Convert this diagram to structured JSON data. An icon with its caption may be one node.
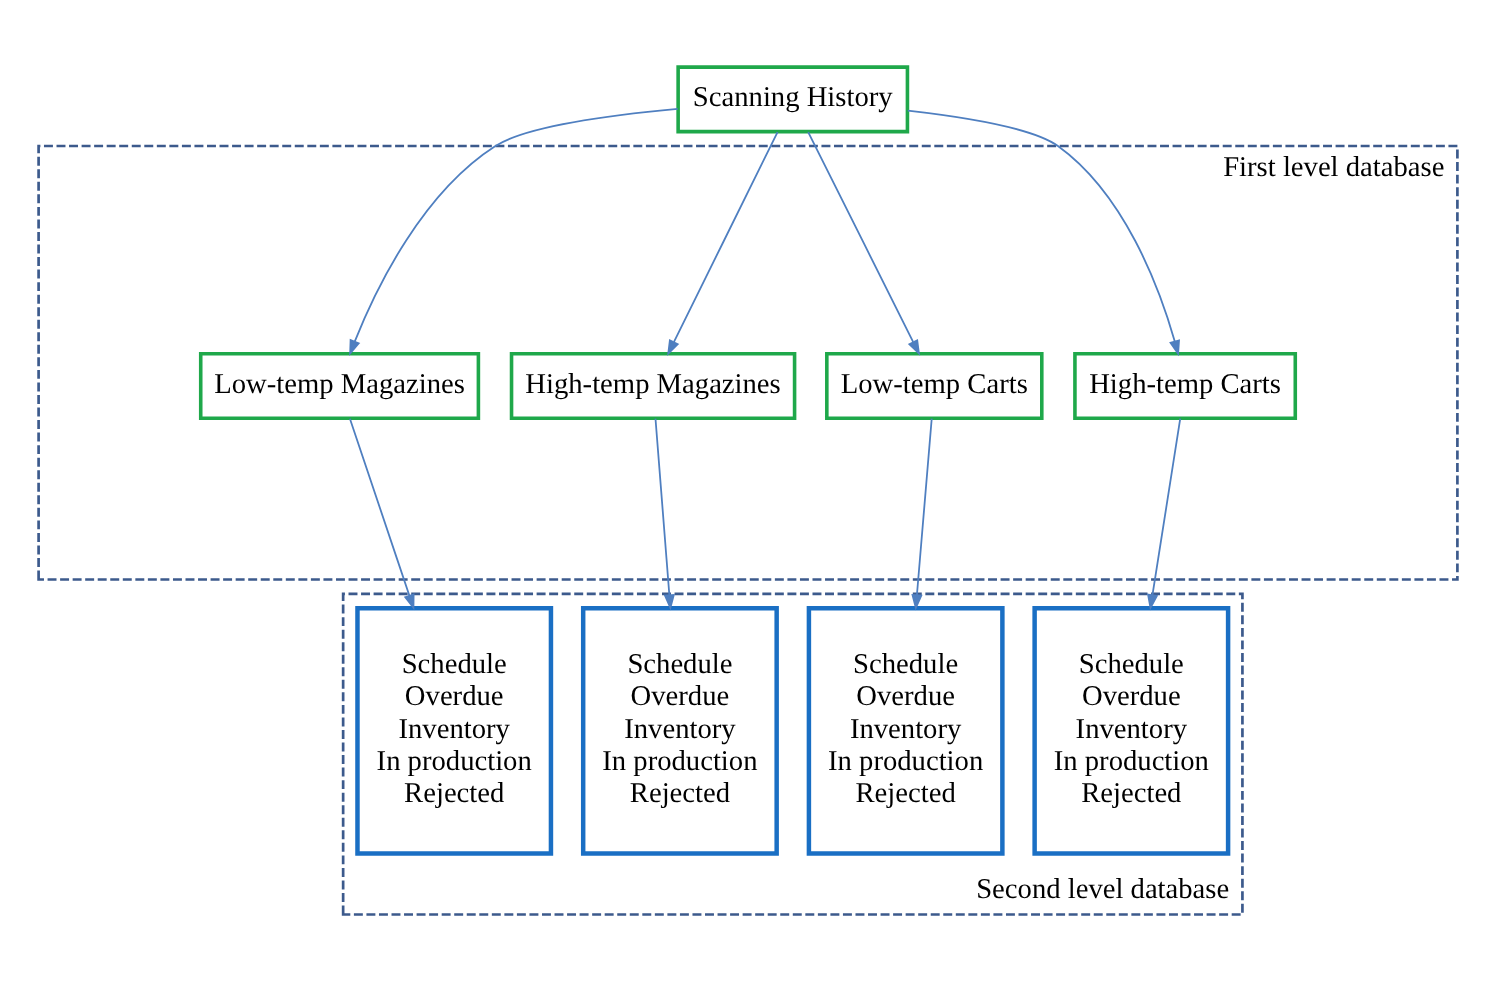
{
  "diagram": {
    "nodes": [
      {
        "text": [
          "Scanning History"
        ]
      },
      {
        "text": [
          "First level database"
        ]
      },
      {
        "text": [
          "High-temp Carts"
        ],
        "in": 1
      },
      {
        "text": [
          "Low-temp Carts"
        ],
        "in": 1
      },
      {
        "text": [
          "High-temp Magazines"
        ],
        "in": 1
      },
      {
        "text": [
          "Low-temp Magazines"
        ],
        "in": 1
      },
      {
        "text": [
          "Second level database"
        ]
      },
      {
        "text": [
          "Schedule",
          "Overdue",
          "Inventory",
          "In production",
          "Rejected"
        ],
        "in": 6
      },
      {
        "text": [
          "Schedule",
          "Overdue",
          "Inventory",
          "In production",
          "Rejected"
        ],
        "in": 6
      },
      {
        "text": [
          "Schedule",
          "Overdue",
          "Inventory",
          "In production",
          "Rejected"
        ],
        "in": 6
      },
      {
        "text": [
          "Schedule",
          "Overdue",
          "Inventory",
          "In production",
          "Rejected"
        ],
        "in": 6
      }
    ],
    "edges": [
      {
        "from": 0,
        "to": 2,
        "arrow": "to"
      },
      {
        "from": 0,
        "to": 3,
        "arrow": "to"
      },
      {
        "from": 0,
        "to": 4,
        "arrow": "to"
      },
      {
        "from": 0,
        "to": 5,
        "arrow": "to"
      },
      {
        "from": 2,
        "to": 7,
        "arrow": "to"
      },
      {
        "from": 3,
        "to": 8,
        "arrow": "to"
      },
      {
        "from": 4,
        "to": 9,
        "arrow": "to"
      },
      {
        "from": 5,
        "to": 10,
        "arrow": "to"
      }
    ]
  }
}
